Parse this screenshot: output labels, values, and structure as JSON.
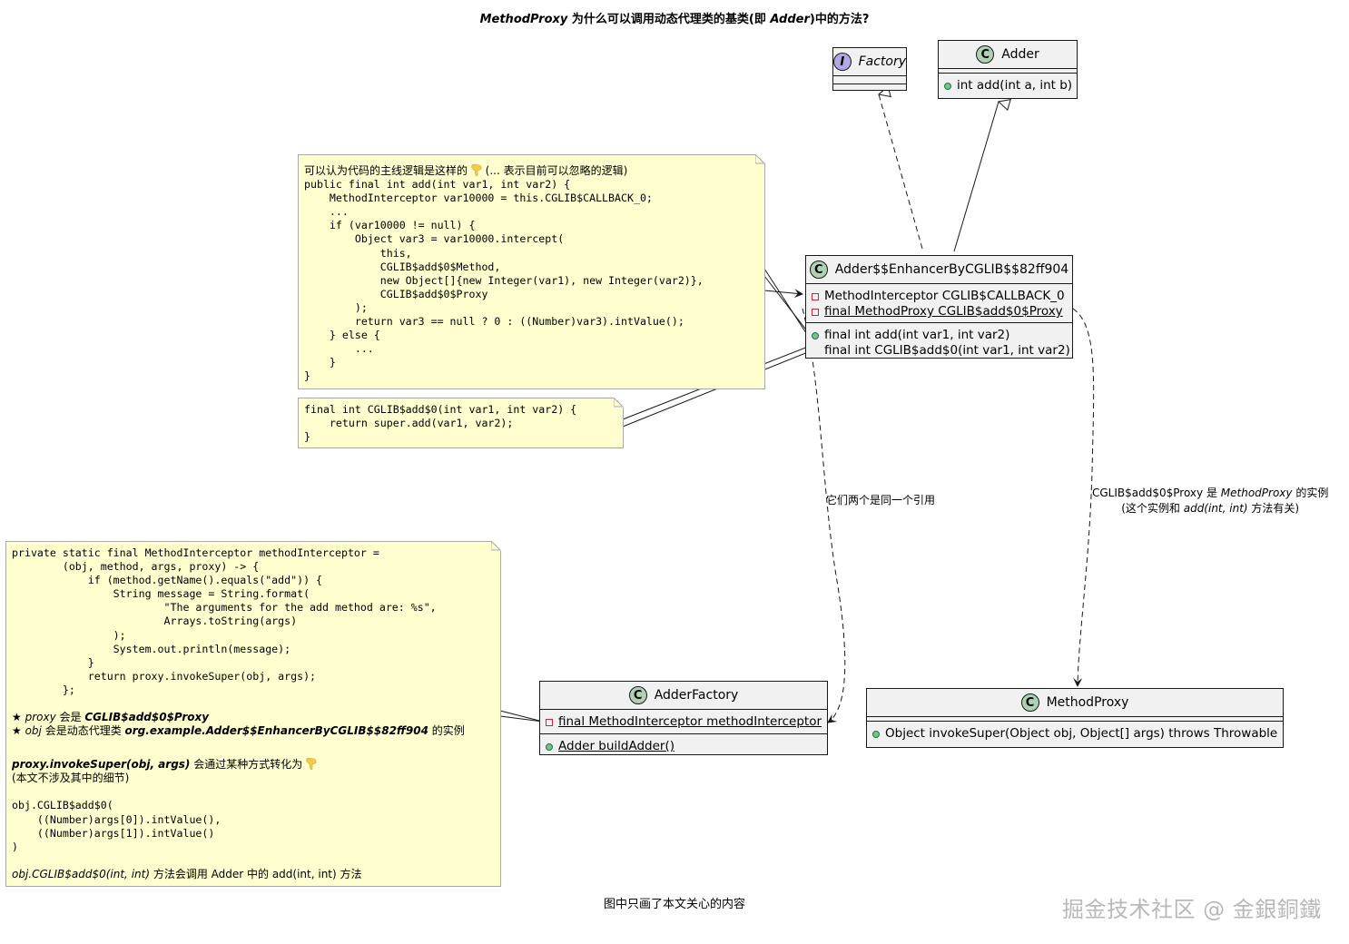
{
  "title": {
    "prefix": "MethodProxy",
    "middle": " 为什么可以调用动态代理类的基类(即 ",
    "adder": "Adder",
    "suffix": ")中的方法?"
  },
  "footer": "图中只画了本文关心的内容",
  "watermark": "掘金技术社区 @ 金銀銅鐵",
  "colors": {
    "note_bg": "#fefece",
    "class_bg": "#f1f1f1",
    "class_badge": "#add1b2",
    "interface_badge": "#b4a7e5"
  },
  "classes": {
    "factory": {
      "stereotype": "I",
      "name": "Factory"
    },
    "adder": {
      "stereotype": "C",
      "name": "Adder",
      "methods": [
        "int add(int a, int b)"
      ]
    },
    "enhancer": {
      "stereotype": "C",
      "name": "Adder$$EnhancerByCGLIB$$82ff904",
      "fields": [
        "MethodInterceptor CGLIB$CALLBACK_0",
        "final MethodProxy CGLIB$add$0$Proxy"
      ],
      "methods": [
        "final int add(int var1, int var2)",
        "final int CGLIB$add$0(int var1, int var2)"
      ]
    },
    "adder_factory": {
      "stereotype": "C",
      "name": "AdderFactory",
      "fields": [
        "final MethodInterceptor methodInterceptor"
      ],
      "methods": [
        "Adder buildAdder()"
      ]
    },
    "method_proxy": {
      "stereotype": "C",
      "name": "MethodProxy",
      "methods": [
        "Object invokeSuper(Object obj, Object[] args) throws Throwable"
      ]
    }
  },
  "notes": {
    "add_note": {
      "intro": "可以认为代码的主线逻辑是这样的",
      "intro_after": " (... 表示目前可以忽略的逻辑)",
      "code": "public final int add(int var1, int var2) {\n    MethodInterceptor var10000 = this.CGLIB$CALLBACK_0;\n    ...\n    if (var10000 != null) {\n        Object var3 = var10000.intercept(\n            this,\n            CGLIB$add$0$Method,\n            new Object[]{new Integer(var1), new Integer(var2)},\n            CGLIB$add$0$Proxy\n        );\n        return var3 == null ? 0 : ((Number)var3).intValue();\n    } else {\n        ...\n    }\n}"
    },
    "cglib_note": {
      "code": "final int CGLIB$add$0(int var1, int var2) {\n    return super.add(var1, var2);\n}"
    },
    "interceptor_note": {
      "code": "private static final MethodInterceptor methodInterceptor =\n        (obj, method, args, proxy) -> {\n            if (method.getName().equals(\"add\")) {\n                String message = String.format(\n                        \"The arguments for the add method are: %s\",\n                        Arrays.toString(args)\n                );\n                System.out.println(message);\n            }\n            return proxy.invokeSuper(obj, args);\n        };",
      "line1_star": "★ ",
      "line1_a": "proxy",
      "line1_b": " 会是 ",
      "line1_c": "CGLIB$add$0$Proxy",
      "line2_star": "★ ",
      "line2_a": "obj",
      "line2_b": " 会是动态代理类 ",
      "line2_c": "org.example.Adder$$EnhancerByCGLIB$$82ff904",
      "line2_d": " 的实例",
      "line3_a": "proxy.invokeSuper(obj, args)",
      "line3_b": " 会通过某种方式转化为 ",
      "line4": "(本文不涉及其中的细节)",
      "code2": "obj.CGLIB$add$0(\n    ((Number)args[0]).intValue(),\n    ((Number)args[1]).intValue()\n)",
      "last_a": "obj.CGLIB$add$0(int, int)",
      "last_b": " 方法会调用 Adder 中的 add(int, int) 方法"
    }
  },
  "edge_labels": {
    "same_ref": "它们两个是同一个引用",
    "proxy_line1_a": "CGLIB$add$0$Proxy 是 ",
    "proxy_line1_b": "MethodProxy",
    "proxy_line1_c": " 的实例",
    "proxy_line2_a": "(这个实例和 ",
    "proxy_line2_b": "add(int, int)",
    "proxy_line2_c": " 方法有关)"
  }
}
